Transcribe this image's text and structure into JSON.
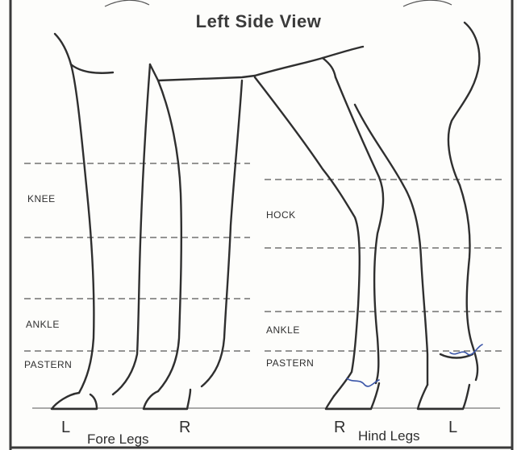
{
  "diagram": {
    "title": "Left Side View",
    "fore_joints": {
      "knee": "KNEE",
      "ankle": "ANKLE",
      "pastern": "PASTERN"
    },
    "hind_joints": {
      "hock": "HOCK",
      "ankle": "ANKLE",
      "pastern": "PASTERN"
    },
    "fore_legs": {
      "left": "L",
      "right": "R",
      "caption": "Fore Legs"
    },
    "hind_legs": {
      "right": "R",
      "left": "L",
      "caption": "Hind Legs"
    },
    "colors": {
      "outline": "#2f2f2f",
      "guide": "#555555",
      "marking": "#3a55a8"
    }
  }
}
